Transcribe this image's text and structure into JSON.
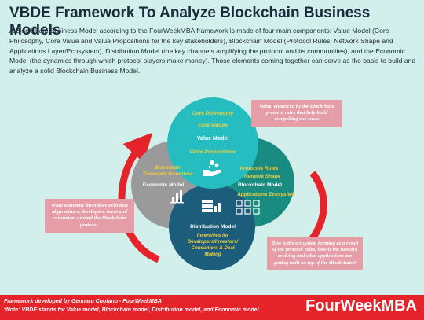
{
  "title": "VBDE Framework To Analyze Blockchain Business Models",
  "intro": "A Blockchain Business Model according to the FourWeekMBA framework is made of four main components: Value Model (Core Philosophy, Core Value and Value Propositions for the key stakeholders), Blockchain Model (Protocol Rules, Network Shape and Applications Layer/Ecosystem), Distribution Model (the key channels amplifying the protocol and its communities), and the Economic Model (the dynamics through which protocol players make money). Those elements coming together can serve as the basis to build and analyze a solid Blockchain Business Model.",
  "colors": {
    "value": "#26bdc0",
    "economic": "#9a9a9a",
    "blockchain": "#1a8b80",
    "distribution": "#1c5d7c",
    "callout": "#e59da7",
    "arrow": "#e4232a",
    "footer": "#e4232a",
    "accent_text": "#f2d03b"
  },
  "value_model": {
    "items": [
      "Core Philosophy",
      "Core Values"
    ],
    "title": "Value Model",
    "sub": "Value Propositions",
    "icon": "hand-coins-icon"
  },
  "economic_model": {
    "lines": [
      "Blockchain",
      "Economic Incentives"
    ],
    "title": "Economic Model",
    "icon": "money-chart-icon"
  },
  "blockchain_model": {
    "lines": [
      "Protocols Rules",
      "Network Shape"
    ],
    "title": "Blockchain Model",
    "sub": "Applications Ecosystem",
    "icon": "network-nodes-icon"
  },
  "distribution_model": {
    "title": "Distribution Model",
    "lines": [
      "Incentives for",
      "Developers/Investors/",
      "Consumers & Deal",
      "Making"
    ],
    "icon": "server-stack-icon"
  },
  "callouts": {
    "value": "Value, enhanced by the Blockchain protocol rules that help build compelling use cases",
    "economic": "What economic incentives exist that align miners, developers, users and consumers around the Blockchain protocol.",
    "ecosystem": "How is the ecosystem forming as a result of the protocol rules, how is the network evolving and what applications are getting built on top of the Blockchain?"
  },
  "footer": {
    "credit": "Framework developed by Gennaro Cuofano - FourWeekMBA",
    "note": "*Note: VBDE stands for Value model, Blockchain model, Distribution model, and Economic model.",
    "brand": "FourWeekMBA"
  }
}
